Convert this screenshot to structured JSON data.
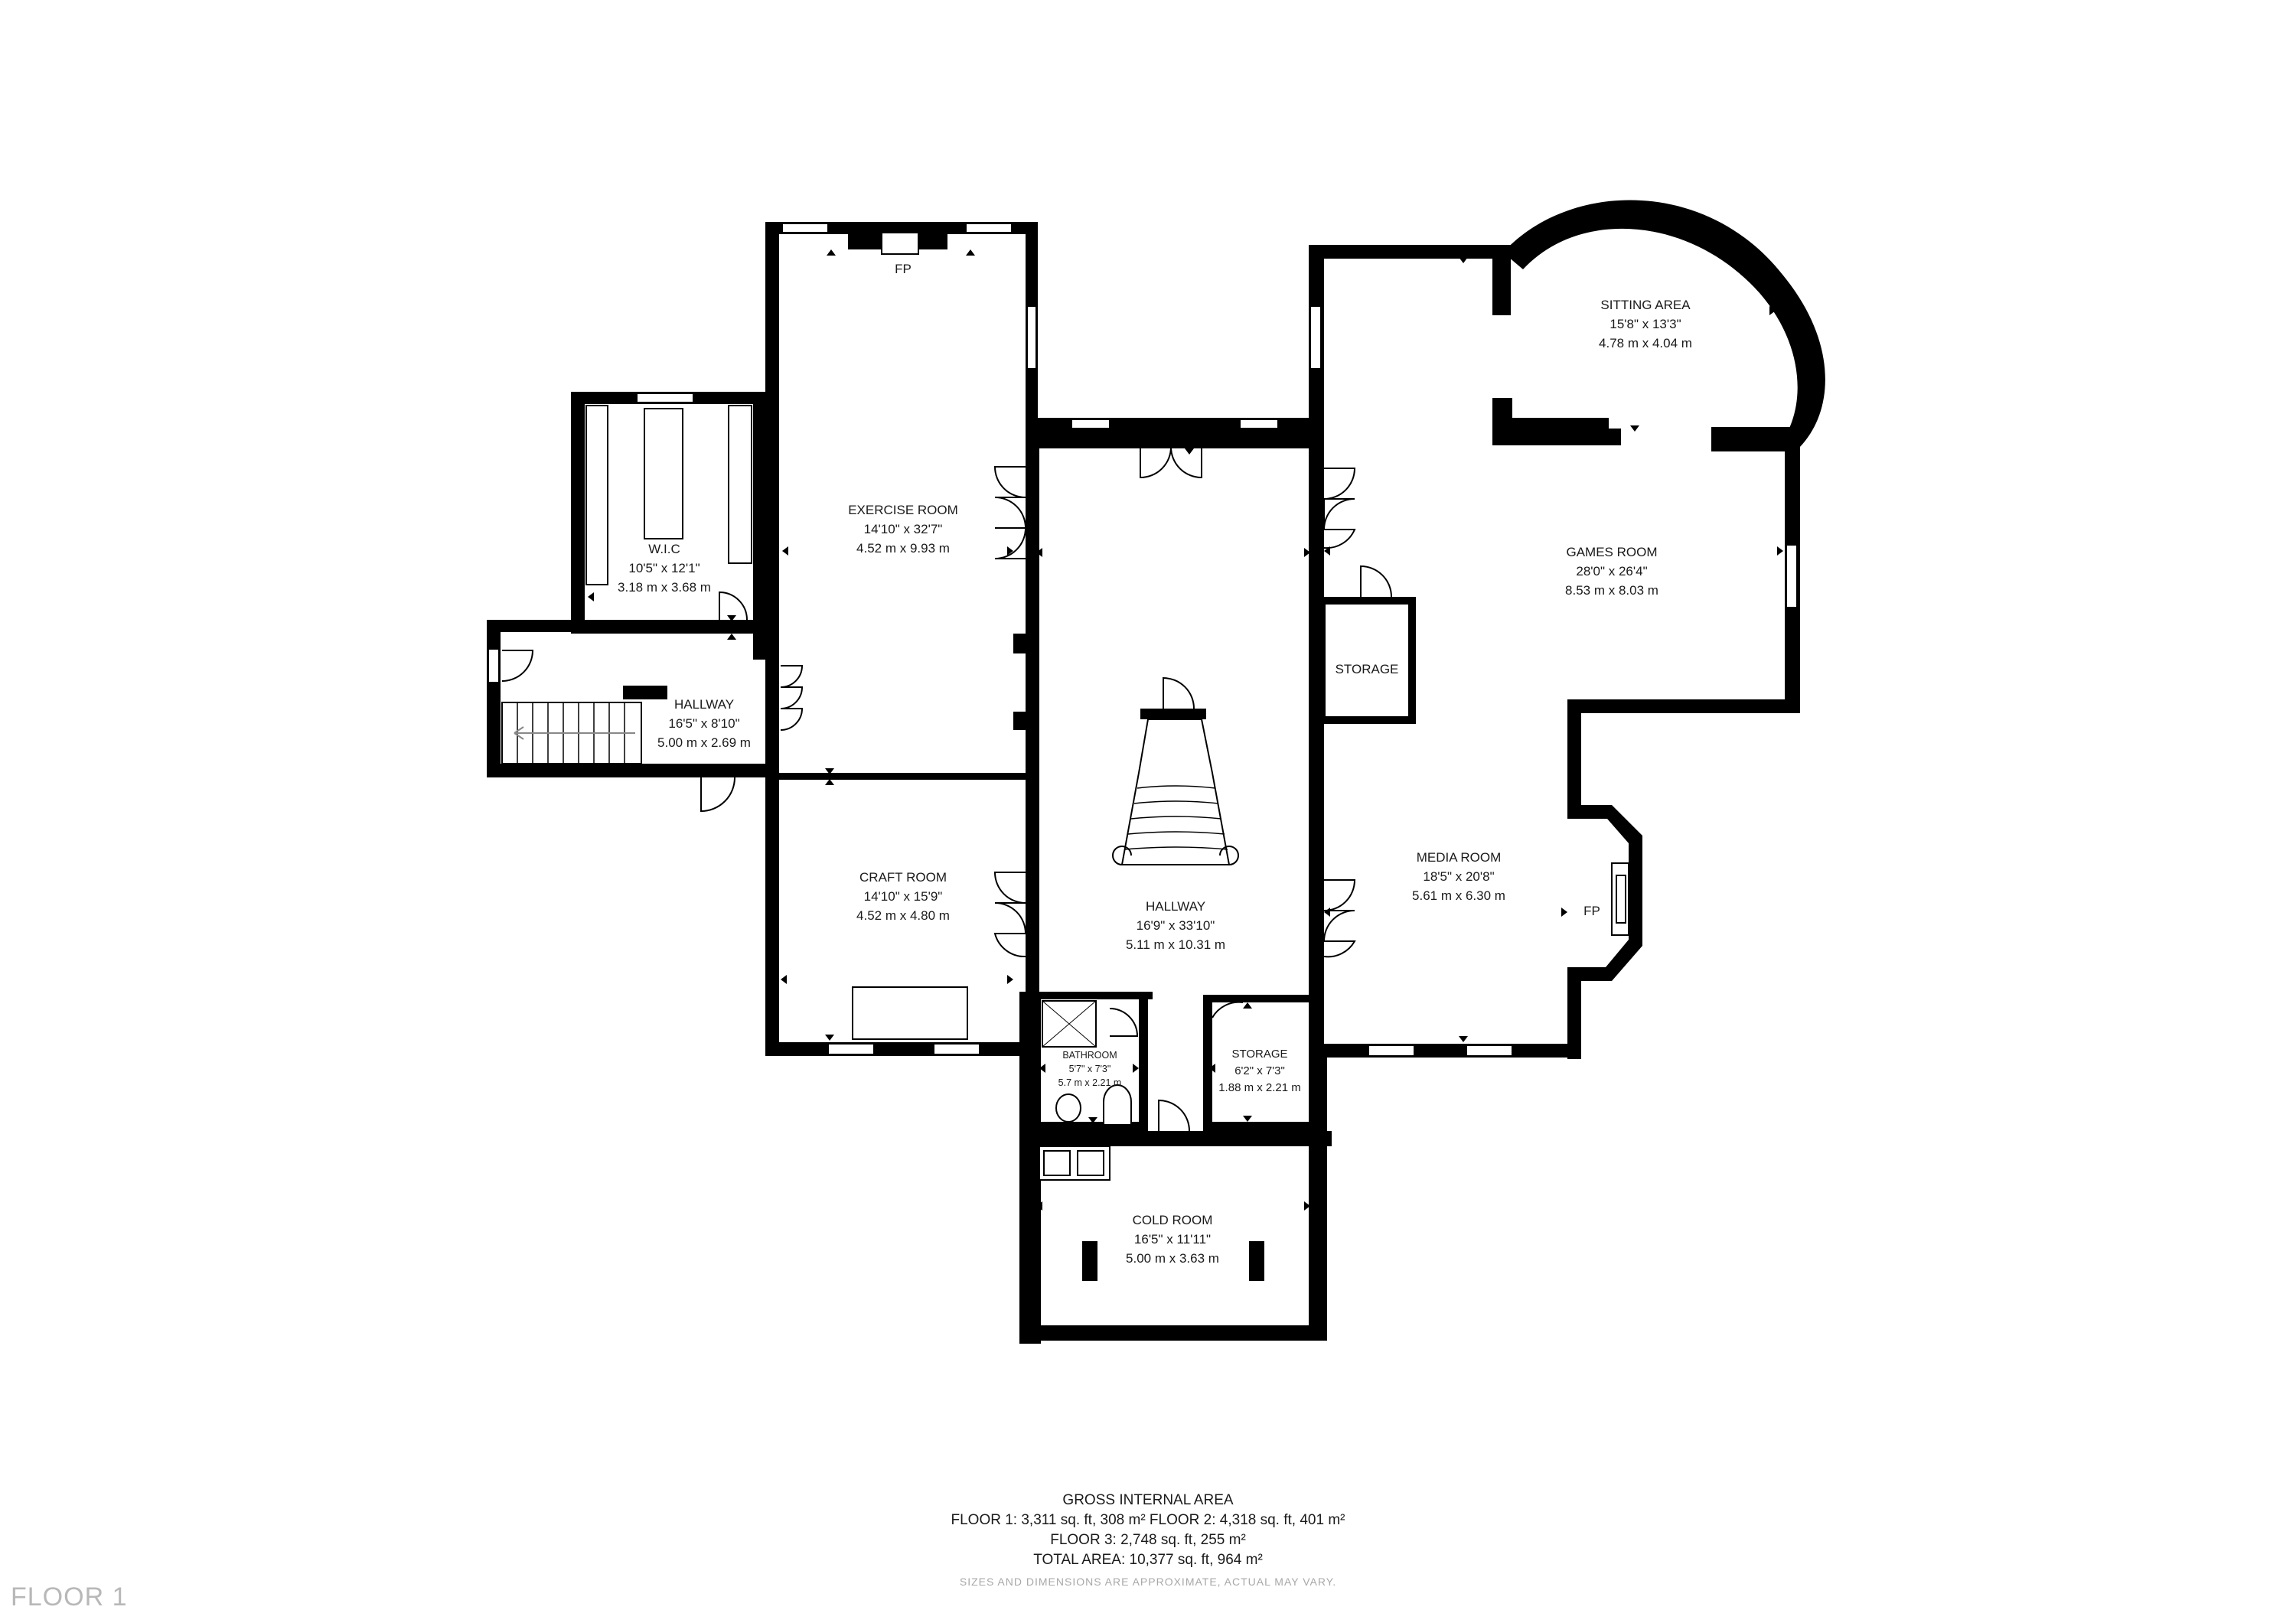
{
  "rooms": {
    "exercise": {
      "name": "EXERCISE ROOM",
      "imperial": "14'10\" x 32'7\"",
      "metric": "4.52 m x 9.93 m"
    },
    "wic": {
      "name": "W.I.C",
      "imperial": "10'5\" x 12'1\"",
      "metric": "3.18 m x 3.68 m"
    },
    "hallway_west": {
      "name": "HALLWAY",
      "imperial": "16'5\" x 8'10\"",
      "metric": "5.00 m x 2.69 m"
    },
    "craft": {
      "name": "CRAFT ROOM",
      "imperial": "14'10\" x 15'9\"",
      "metric": "4.52 m x 4.80 m"
    },
    "hallway_main": {
      "name": "HALLWAY",
      "imperial": "16'9\" x 33'10\"",
      "metric": "5.11 m x 10.31 m"
    },
    "bathroom": {
      "name": "BATHROOM",
      "imperial": "5'7\" x 7'3\"",
      "metric": "5.7 m x 2.21 m"
    },
    "storage_small": {
      "name": "STORAGE",
      "imperial": "6'2\" x 7'3\"",
      "metric": "1.88 m x 2.21 m"
    },
    "storage_games": {
      "name": "STORAGE"
    },
    "cold": {
      "name": "COLD ROOM",
      "imperial": "16'5\" x 11'11\"",
      "metric": "5.00 m x 3.63 m"
    },
    "sitting": {
      "name": "SITTING AREA",
      "imperial": "15'8\" x 13'3\"",
      "metric": "4.78 m x 4.04 m"
    },
    "games": {
      "name": "GAMES ROOM",
      "imperial": "28'0\" x 26'4\"",
      "metric": "8.53 m x 8.03 m"
    },
    "media": {
      "name": "MEDIA ROOM",
      "imperial": "18'5\" x 20'8\"",
      "metric": "5.61 m x 6.30 m"
    }
  },
  "fireplace_labels": {
    "exercise": "FP",
    "media": "FP"
  },
  "area": {
    "title": "GROSS INTERNAL AREA",
    "line1": "FLOOR 1: 3,311 sq. ft, 308 m² FLOOR 2: 4,318 sq. ft, 401 m²",
    "line2": "FLOOR 3: 2,748 sq. ft, 255 m²",
    "line3": "TOTAL AREA: 10,377 sq. ft, 964 m²",
    "disclaimer": "SIZES AND DIMENSIONS ARE APPROXIMATE, ACTUAL MAY VARY."
  },
  "floor_label": "FLOOR 1"
}
